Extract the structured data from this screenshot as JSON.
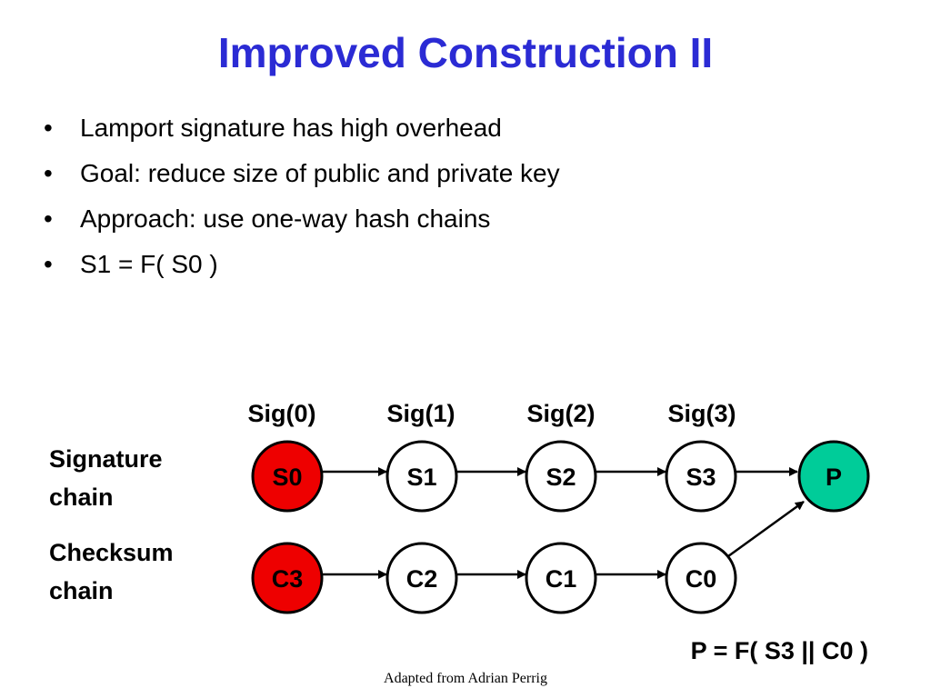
{
  "title": "Improved Construction II",
  "bullets": [
    "Lamport signature has high overhead",
    "Goal: reduce size of public and private key",
    "Approach: use one-way hash chains",
    "S1 = F( S0 )"
  ],
  "bullet_glyph": "•",
  "diagram": {
    "sig_labels": [
      "Sig(0)",
      "Sig(1)",
      "Sig(2)",
      "Sig(3)"
    ],
    "signature_chain_label": [
      "Signature",
      "chain"
    ],
    "checksum_chain_label": [
      "Checksum",
      "chain"
    ],
    "signature_nodes": [
      "S0",
      "S1",
      "S2",
      "S3"
    ],
    "public_node": "P",
    "checksum_nodes": [
      "C3",
      "C2",
      "C1",
      "C0"
    ],
    "formula": "P = F( S3 || C0 )",
    "colors": {
      "secret_node_fill": "#ee0000",
      "public_node_fill": "#00cc99",
      "node_stroke": "#000000",
      "plain_node_fill": "#ffffff"
    }
  },
  "footer": "Adapted from Adrian Perrig"
}
